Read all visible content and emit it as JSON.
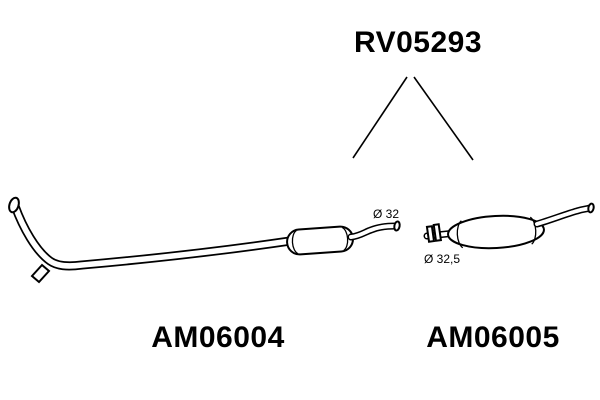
{
  "diagram": {
    "group_label": "RV05293",
    "parts": [
      {
        "id": "front-pipe-assembly",
        "label": "AM06004",
        "diameter": "Ø 32"
      },
      {
        "id": "rear-silencer",
        "label": "AM06005",
        "diameter": "Ø 32,5"
      }
    ],
    "colors": {
      "line": "#000000",
      "background": "#ffffff"
    }
  }
}
